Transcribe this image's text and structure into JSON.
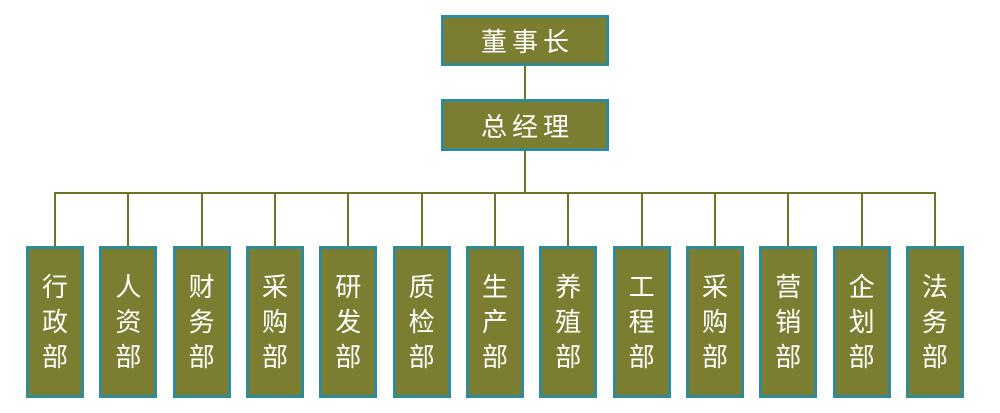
{
  "colors": {
    "background": "#FFFFFF",
    "box_fill": "#7B7D31",
    "box_border": "#2E8B97",
    "connector": "#6F7229",
    "text": "#FFFFFF"
  },
  "org_chart": {
    "root": {
      "label": "董事长"
    },
    "manager": {
      "label": "总经理"
    },
    "departments": [
      {
        "label": "行政部"
      },
      {
        "label": "人资部"
      },
      {
        "label": "财务部"
      },
      {
        "label": "采购部"
      },
      {
        "label": "研发部"
      },
      {
        "label": "质检部"
      },
      {
        "label": "生产部"
      },
      {
        "label": "养殖部"
      },
      {
        "label": "工程部"
      },
      {
        "label": "采购部"
      },
      {
        "label": "营销部"
      },
      {
        "label": "企划部"
      },
      {
        "label": "法务部"
      }
    ]
  }
}
